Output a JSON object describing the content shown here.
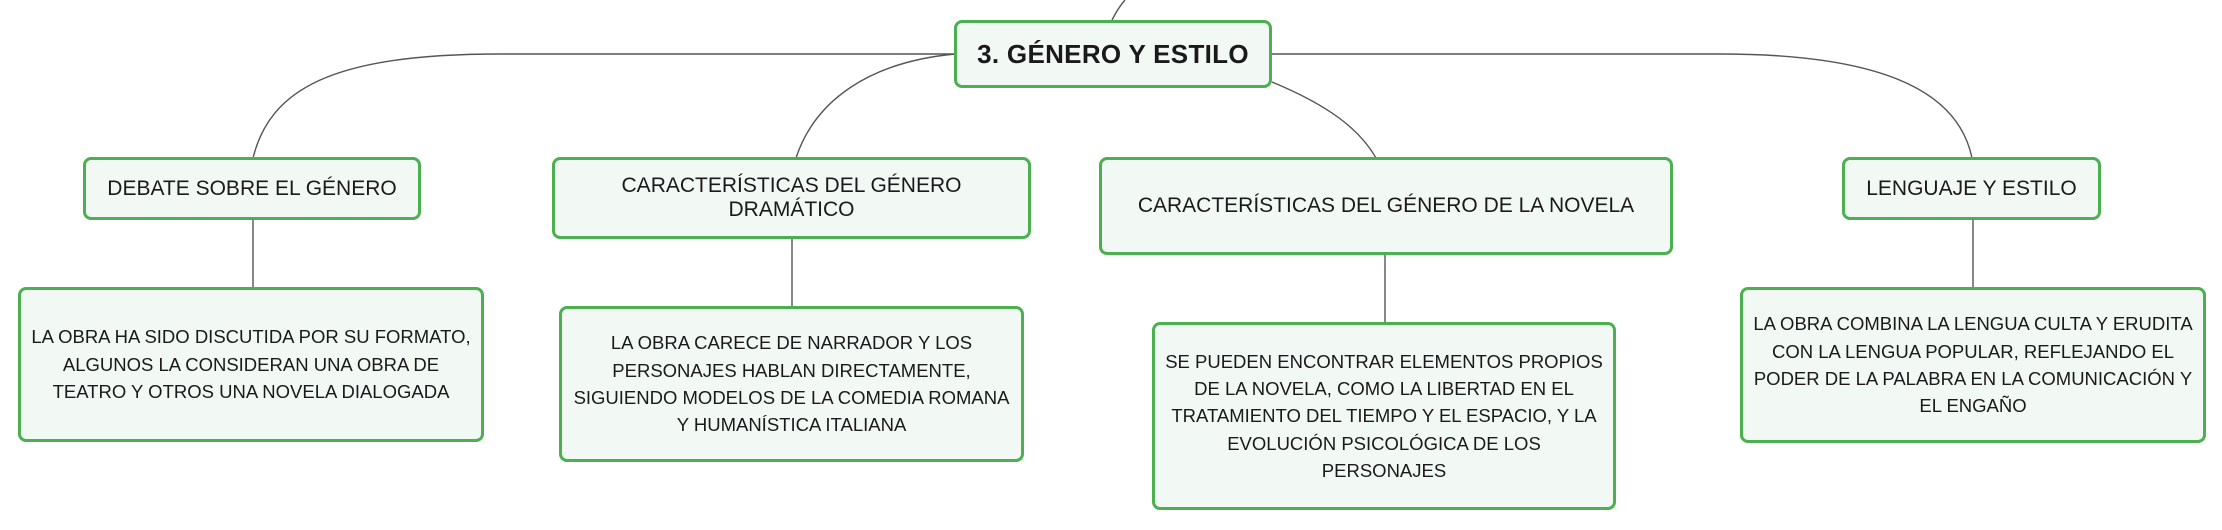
{
  "root": {
    "label": "3. GÉNERO Y ESTILO"
  },
  "branches": [
    {
      "label": "DEBATE SOBRE EL GÉNERO",
      "detail": "LA OBRA HA SIDO DISCUTIDA POR SU FORMATO, ALGUNOS LA CONSIDERAN UNA OBRA DE TEATRO Y OTROS UNA NOVELA DIALOGADA"
    },
    {
      "label": "CARACTERÍSTICAS DEL GÉNERO DRAMÁTICO",
      "detail": "LA OBRA CARECE DE NARRADOR Y LOS PERSONAJES HABLAN DIRECTAMENTE, SIGUIENDO MODELOS DE LA COMEDIA ROMANA Y HUMANÍSTICA ITALIANA"
    },
    {
      "label": "CARACTERÍSTICAS DEL GÉNERO DE LA NOVELA",
      "detail": "SE PUEDEN ENCONTRAR ELEMENTOS PROPIOS DE LA NOVELA, COMO LA LIBERTAD EN EL TRATAMIENTO DEL TIEMPO Y EL ESPACIO, Y LA EVOLUCIÓN PSICOLÓGICA DE LOS PERSONAJES"
    },
    {
      "label": "LENGUAJE Y ESTILO",
      "detail": "LA OBRA COMBINA LA LENGUA CULTA Y ERUDITA CON LA LENGUA POPULAR, REFLEJANDO EL PODER DE LA PALABRA EN LA COMUNICACIÓN Y EL ENGAÑO"
    }
  ],
  "colors": {
    "node_border": "#4caf50",
    "node_fill": "#f2f8f3",
    "connector": "#555555"
  }
}
